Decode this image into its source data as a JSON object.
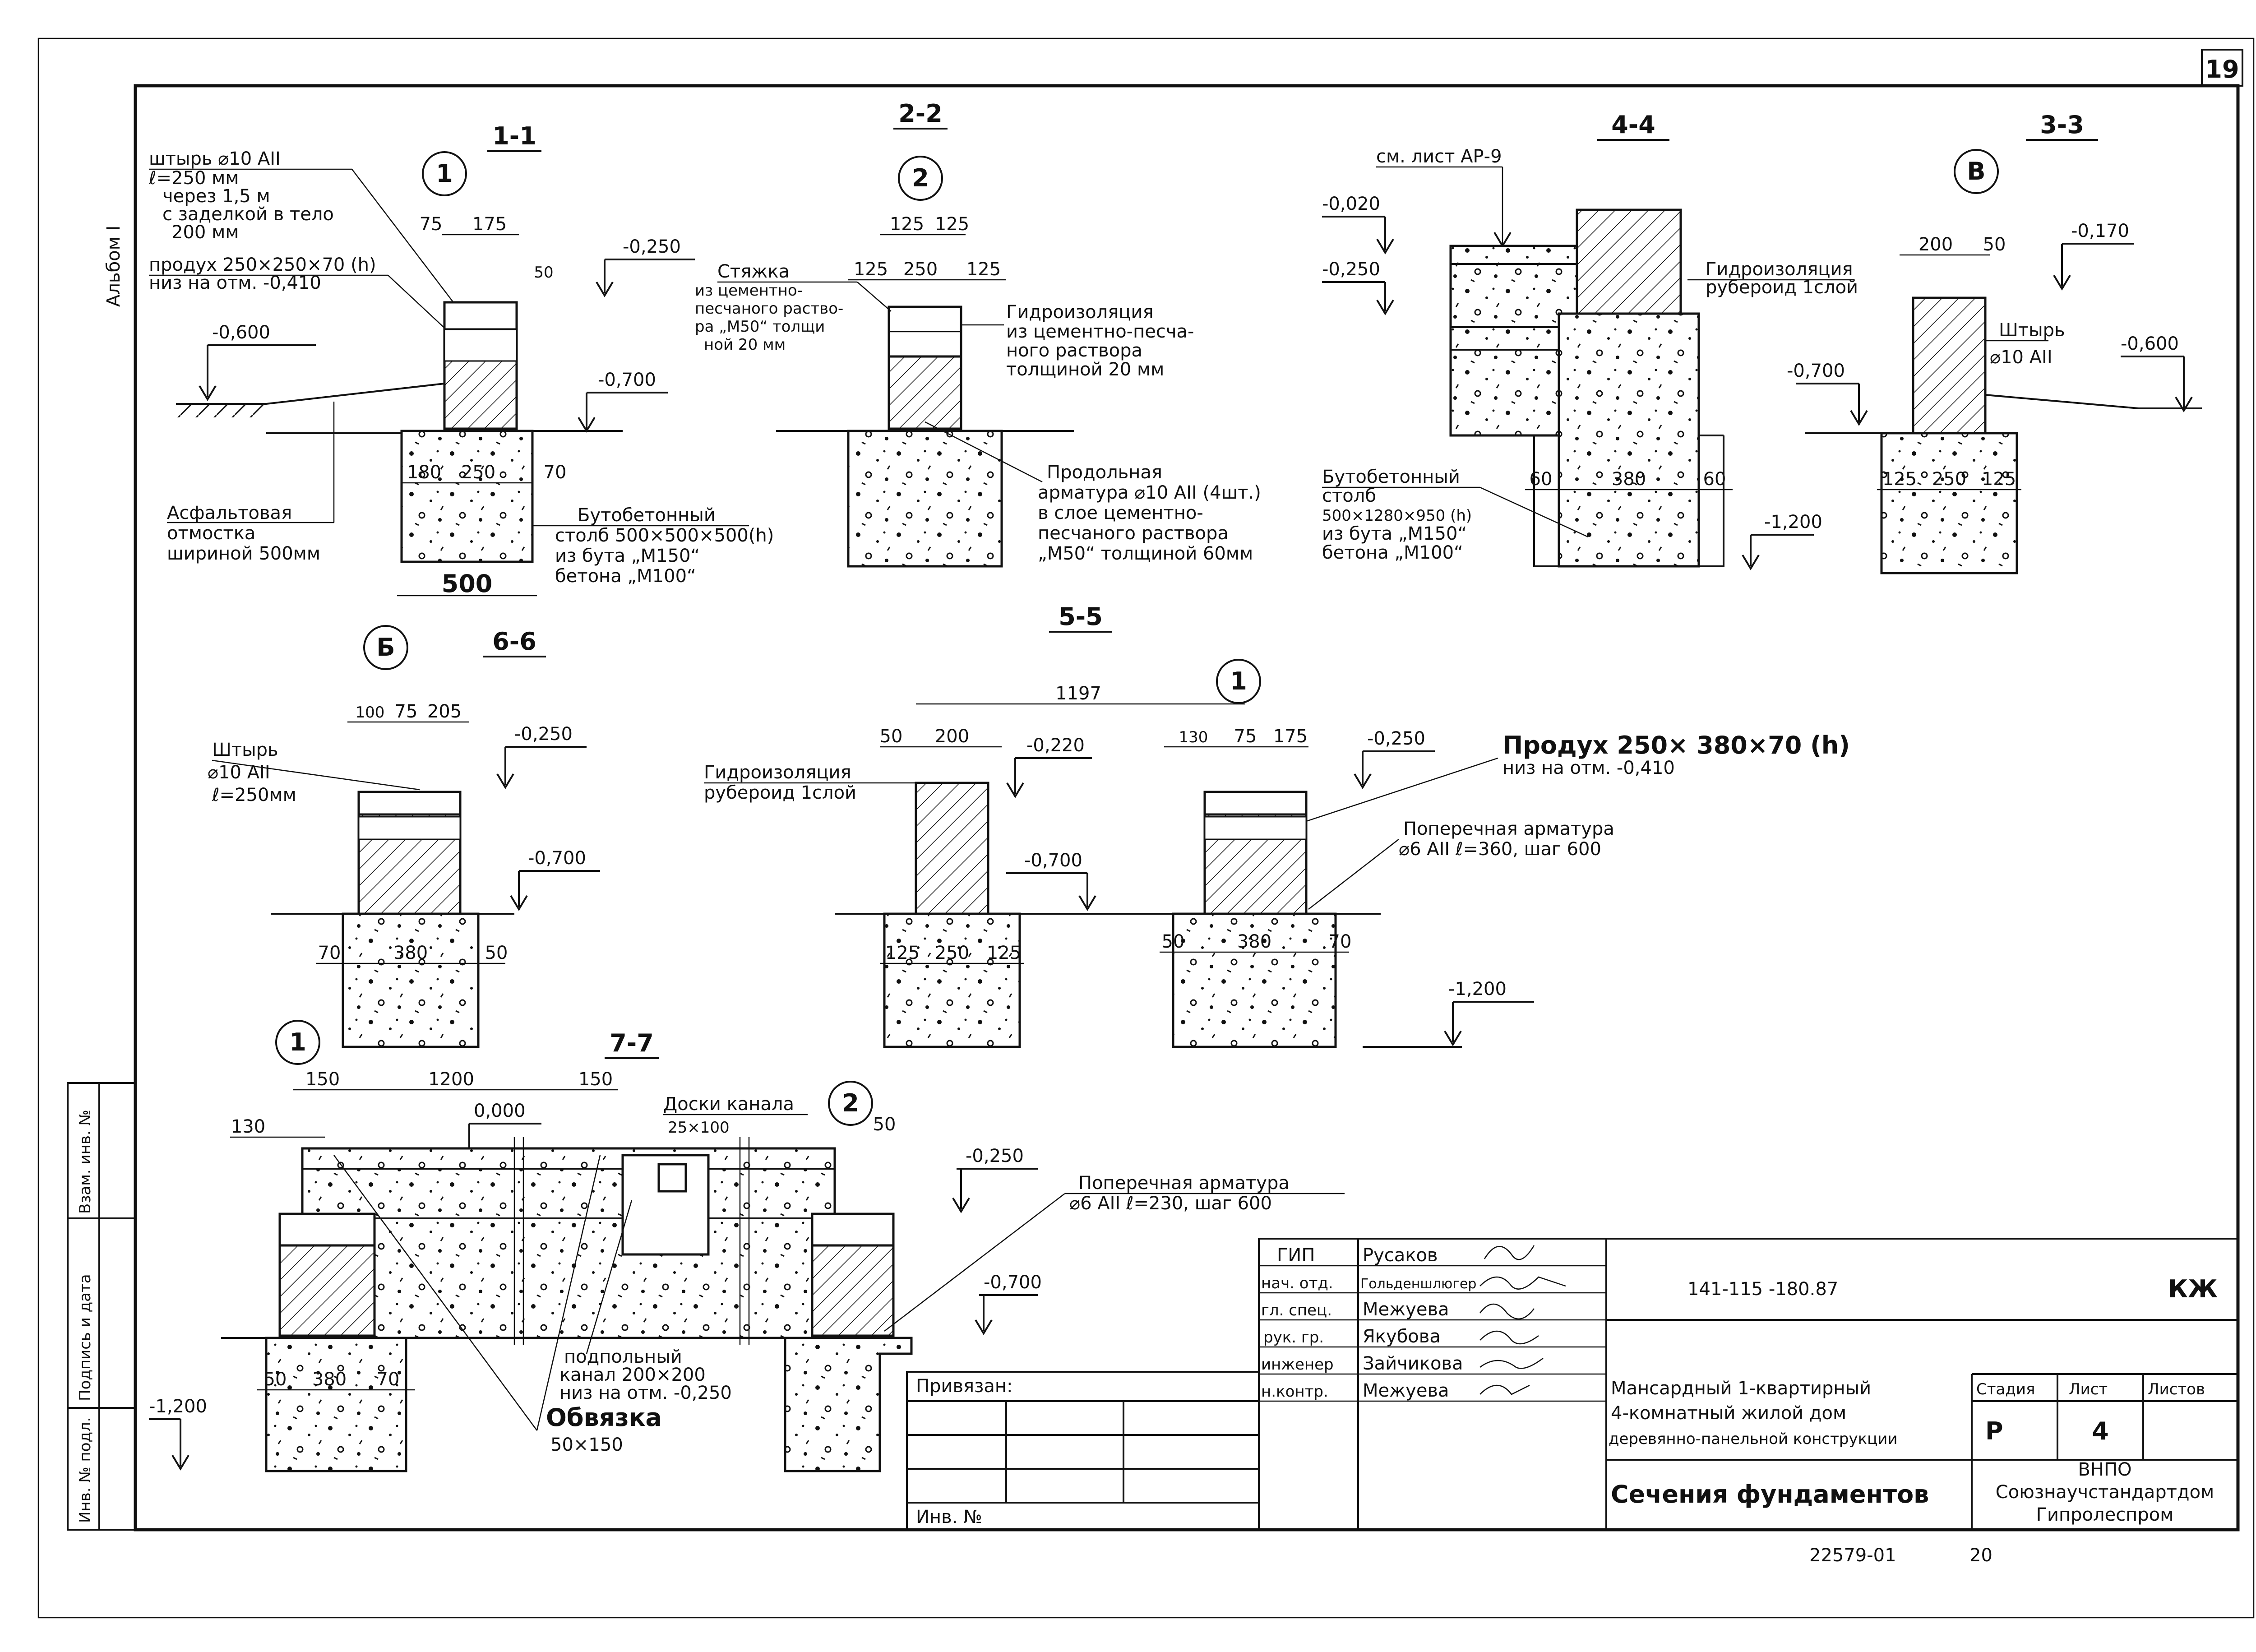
{
  "sheet_number": "19",
  "album": "Альбом I",
  "sections": {
    "s11": {
      "title": "1-1",
      "mark": "1",
      "note1": [
        "штырь ⌀10 AII",
        "ℓ=250 мм",
        "через 1,5 м",
        "с заделкой в тело",
        "200 мм"
      ],
      "note2": [
        "продух 250×250×70 (h)",
        "низ на отм. -0,410"
      ],
      "dims_top": [
        "75",
        "175"
      ],
      "dim_side": "50",
      "elev": [
        "-0,250",
        "-0,600",
        "-0,700"
      ],
      "dims_base": [
        "180",
        "250",
        "70"
      ],
      "width": "500",
      "asphalt": [
        "Асфальтовая",
        "отмостка",
        "шириной 500мм"
      ],
      "pillar": [
        "Бутобетонный",
        "столб 500×500×500(h)",
        "из бута „М150“",
        "бетона „М100“"
      ]
    },
    "s22": {
      "title": "2-2",
      "mark": "2",
      "dims_top": [
        "125",
        "125"
      ],
      "dims_second": [
        "125",
        "250",
        "125"
      ],
      "screed": [
        "Стяжка",
        "из цементно-",
        "песчаного раство-",
        "ра „М50“ толщи",
        "ной 20 мм"
      ],
      "waterproof": [
        "Гидроизоляция",
        "из цементно-песча-",
        "ного раствора",
        "толщиной 20 мм"
      ],
      "rebar": [
        "Продольная",
        "арматура ⌀10 AII (4шт.)",
        "в слое цементно-",
        "песчаного раствора",
        "„М50“ толщиной 60мм"
      ]
    },
    "s44": {
      "title": "4-4",
      "see_sheet": "см. лист АР-9",
      "elev": [
        "-0,020",
        "-0,250",
        "-1,200"
      ],
      "waterproof": [
        "Гидроизоляция",
        "рубероид 1слой"
      ],
      "dims": [
        "60",
        "380",
        "60"
      ],
      "pillar": [
        "Бутобетонный",
        "столб",
        "500×1280×950 (h)",
        "из бута „М150“",
        "бетона „М100“"
      ]
    },
    "s33": {
      "title": "3-3",
      "mark": "В",
      "dims_top": [
        "200",
        "50"
      ],
      "elev": [
        "-0,170",
        "-0,700",
        "-0,600"
      ],
      "pin": [
        "Штырь",
        "⌀10 AII"
      ],
      "dims_base": [
        "125",
        "250",
        "125"
      ]
    },
    "s66": {
      "title": "6-6",
      "mark": "Б",
      "dims_top": [
        "100",
        "75",
        "205"
      ],
      "pin": [
        "Штырь",
        "⌀10 AII",
        "ℓ=250мм"
      ],
      "elev": [
        "-0,250",
        "-0,700"
      ],
      "dims_base": [
        "70",
        "380",
        "50"
      ]
    },
    "s55": {
      "title": "5-5",
      "mark": "1",
      "span": "1197",
      "dims_left": [
        "50",
        "200"
      ],
      "dims_right": [
        "130",
        "75",
        "175"
      ],
      "elev": [
        "-0,220",
        "-0,250",
        "-0,700",
        "-1,200"
      ],
      "waterproof": [
        "Гидроизоляция",
        "рубероид 1слой"
      ],
      "vent": [
        "Продух 250× 380×70 (h)",
        "низ на отм. -0,410"
      ],
      "cross_rebar": [
        "Поперечная арматура",
        "⌀6 AII ℓ=360, шаг 600"
      ],
      "dims_base_left": [
        "125",
        "250",
        "125"
      ],
      "dims_base_right": [
        "50",
        "380",
        "70"
      ]
    },
    "s77": {
      "title": "7-7",
      "marks": [
        "1",
        "2"
      ],
      "dims_top": [
        "150",
        "1200",
        "150"
      ],
      "dim_130": "130",
      "dim_50": "50",
      "elev": [
        "0,000",
        "-0,250",
        "-0,700",
        "-1,200"
      ],
      "boards": [
        "Доски канала",
        "25×100"
      ],
      "cross_rebar": [
        "Поперечная арматура",
        "⌀6 AII ℓ=230, шаг 600"
      ],
      "channel": [
        "подпольный",
        "канал 200×200",
        "низ на отм. -0,250"
      ],
      "strap": [
        "Обвязка",
        "50×150"
      ],
      "dims_base": [
        "50",
        "380",
        "70"
      ]
    }
  },
  "side_stamp": [
    "Инв. № подл.",
    "Подпись и дата",
    "Взам. инв. №"
  ],
  "title_block": {
    "people": [
      {
        "role": "ГИП",
        "name": "Русаков"
      },
      {
        "role": "нач. отд.",
        "name": "Гольденшлюгер"
      },
      {
        "role": "гл. спец.",
        "name": "Межуева"
      },
      {
        "role": "рук. гр.",
        "name": "Якубова"
      },
      {
        "role": "инженер",
        "name": "Зайчикова"
      },
      {
        "role": "н.контр.",
        "name": "Межуева"
      }
    ],
    "code": "141-115 -180.87",
    "mark": "КЖ",
    "project": [
      "Мансардный 1-квартирный",
      "4-комнатный жилой дом",
      "деревянно-панельной конструкции"
    ],
    "stage_h": "Стадия",
    "sheet_h": "Лист",
    "sheets_h": "Листов",
    "stage": "Р",
    "sheet": "4",
    "drawing_title": "Сечения фундаментов",
    "org": [
      "ВНПО",
      "Союзнаучстандартдом",
      "Гипролеспром"
    ],
    "bound": "Привязан:",
    "inv": "Инв. №"
  },
  "footer": {
    "number": "22579-01",
    "page": "20"
  }
}
